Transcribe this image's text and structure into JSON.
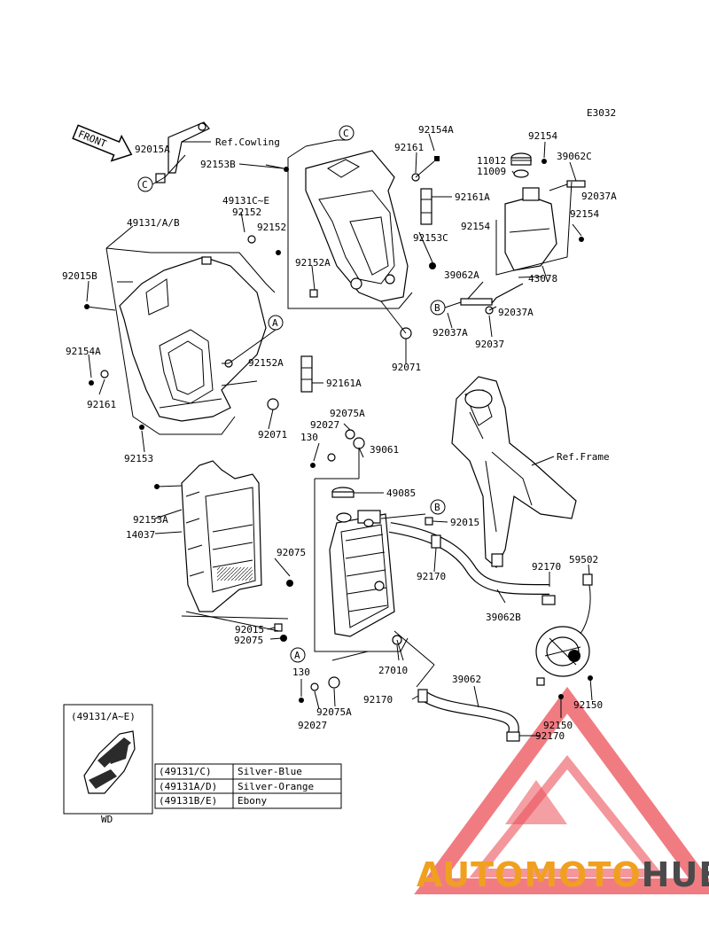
{
  "diagram_code": "E3032",
  "front_label": "FRONT",
  "callouts": {
    "A": "A",
    "B": "B",
    "C": "C"
  },
  "parts": {
    "p92015A": "92015A",
    "ref_cowling": "Ref.Cowling",
    "p92153B": "92153B",
    "p49131CE": "49131C~E",
    "p92152_a": "92152",
    "p92152_b": "92152",
    "p49131AB": "49131/A/B",
    "p92015B": "92015B",
    "p92154A_top": "92154A",
    "p92161_top": "92161",
    "p92161A_top": "92161A",
    "p92153C": "92153C",
    "p92152A_top": "92152A",
    "p92071_top": "92071",
    "p92154_a": "92154",
    "p11012": "11012",
    "p11009": "11009",
    "p39062C": "39062C",
    "p92037A_a": "92037A",
    "p92154_b": "92154",
    "p92154_c": "92154",
    "p39062A": "39062A",
    "p43078": "43078",
    "p92037A_b": "92037A",
    "p92037A_c": "92037A",
    "p92037": "92037",
    "p92154A_left": "92154A",
    "p92161_left": "92161",
    "p92152A_mid": "92152A",
    "p92161A_mid": "92161A",
    "p92071_mid": "92071",
    "p92153": "92153",
    "p92075A_top": "92075A",
    "p92027_top": "92027",
    "p130_top": "130",
    "p39061": "39061",
    "ref_frame": "Ref.Frame",
    "p49085": "49085",
    "p92015_mid": "92015",
    "p92153A": "92153A",
    "p14037": "14037",
    "p92075_mid": "92075",
    "p92170_mid": "92170",
    "p92170_right": "92170",
    "p59502": "59502",
    "p39062B": "39062B",
    "p92015_low": "92015",
    "p92075_low": "92075",
    "p27010": "27010",
    "p130_low": "130",
    "p92170_low": "92170",
    "p39062": "39062",
    "p92150_a": "92150",
    "p92150_b": "92150",
    "p92075A_low": "92075A",
    "p92027_low": "92027",
    "p92170_bottom": "92170"
  },
  "inset": {
    "title": "(49131/A~E)",
    "caption": "WD"
  },
  "color_table": {
    "rows": [
      {
        "code": "(49131/C)",
        "color": "Silver-Blue"
      },
      {
        "code": "(49131A/D)",
        "color": "Silver-Orange"
      },
      {
        "code": "(49131B/E)",
        "color": "Ebony"
      }
    ]
  },
  "watermark": {
    "part1": "AUTOMOTO",
    "part2": "HUB",
    "color1": "#f0a020",
    "color2": "#4a4a4a",
    "triangle_color": "#e8323c"
  }
}
